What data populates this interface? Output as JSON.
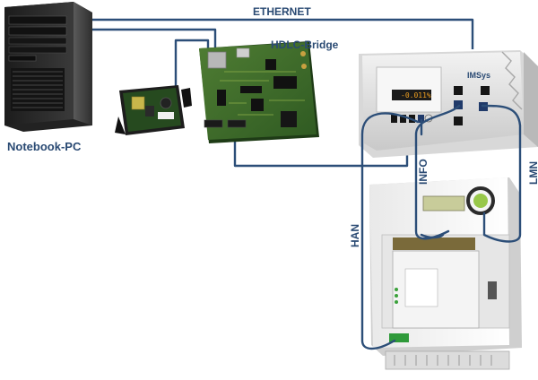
{
  "labels": {
    "ethernet": "ETHERNET",
    "hdlc_bridge": "HDLC-Bridge",
    "notebook_pc": "Notebook-PC",
    "imsys": "IMSys",
    "info": "INFO",
    "lmn": "LMN",
    "han": "HAN"
  },
  "gateway_display": {
    "value": "-0.011%"
  },
  "colors": {
    "cable": "#2c4e78",
    "label": "#2a4a73",
    "pcb_green": "#3b6b2a",
    "pc_body": "#2b2b2b"
  }
}
